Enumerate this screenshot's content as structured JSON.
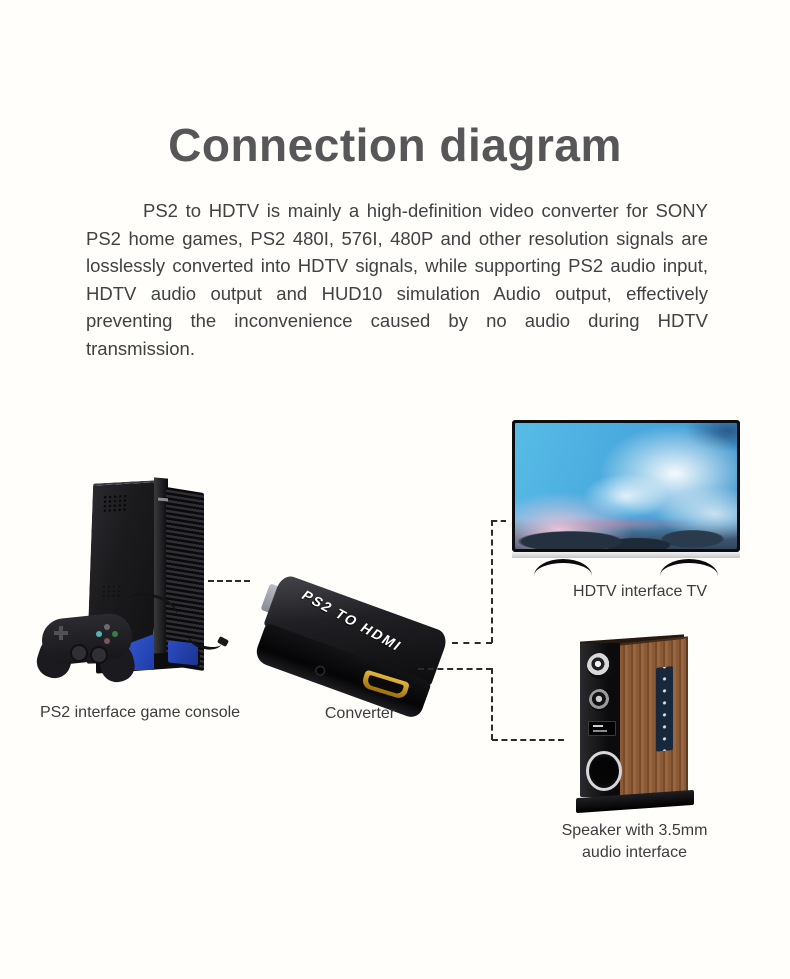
{
  "page": {
    "title": "Connection diagram",
    "description": "PS2 to HDTV is mainly a high-definition video converter for SONY PS2 home games, PS2 480I, 576I, 480P and other resolution signals are losslessly converted into HDTV signals, while supporting PS2 audio input, HDTV audio output and HUD10 simulation Audio output, effectively preventing the inconvenience caused by no audio during HDTV transmission."
  },
  "diagram": {
    "nodes": {
      "console": {
        "label": "PS2 interface game console"
      },
      "converter": {
        "label": "Converter",
        "device_text": "PS2 TO HDMI"
      },
      "tv": {
        "label": "HDTV interface TV"
      },
      "speaker": {
        "label_line1": "Speaker with 3.5mm",
        "label_line2": "audio interface"
      }
    },
    "connections": [
      {
        "from": "console",
        "to": "converter",
        "style": "dashed"
      },
      {
        "from": "converter",
        "to": "tv",
        "style": "dashed"
      },
      {
        "from": "converter",
        "to": "speaker",
        "style": "dashed"
      }
    ]
  },
  "colors": {
    "background": "#fffefb",
    "title_text": "#57575a",
    "body_text": "#414144",
    "label_text": "#3c3c3e",
    "connector": "#2b2b2b",
    "device_black": "#141417",
    "stand_blue": "#2a4dc2",
    "hdmi_gold": "#c9960e",
    "tv_sky": "#4fb2e2",
    "tv_pink": "#f0c4d8",
    "speaker_wood": "#8a5a36",
    "speaker_panel": "#17273c"
  }
}
